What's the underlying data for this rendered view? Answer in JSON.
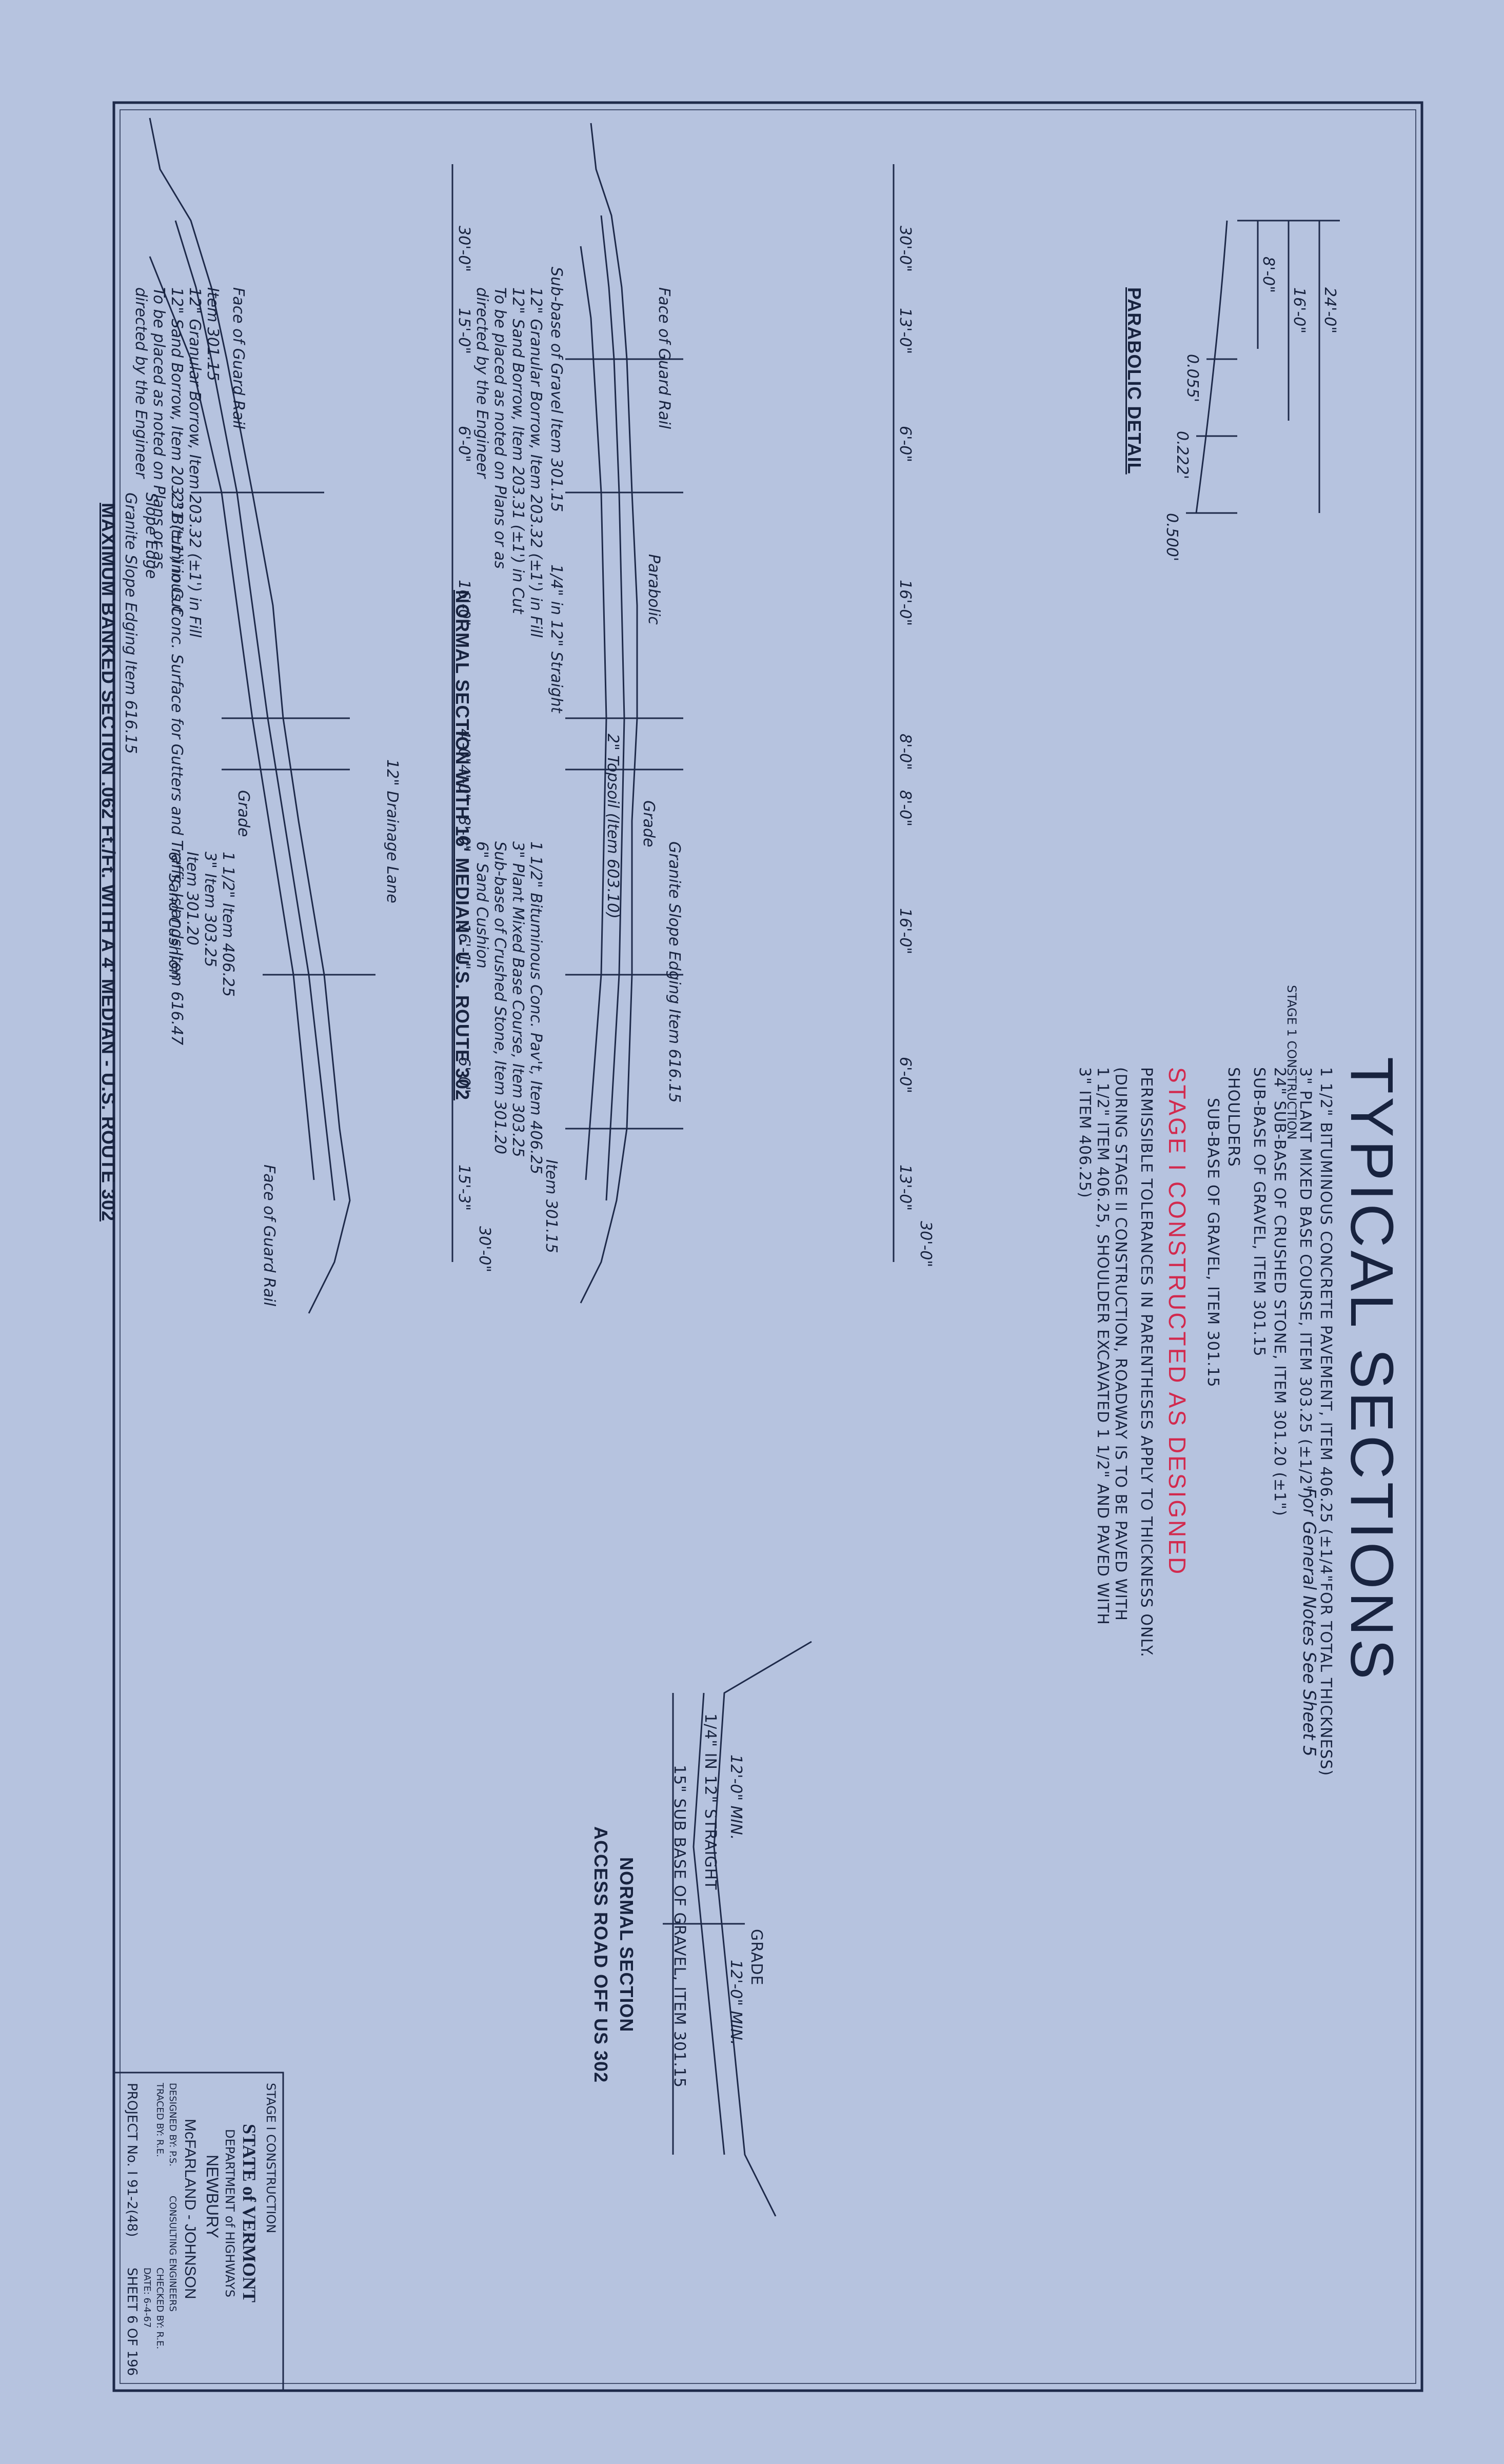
{
  "title": "TYPICAL SECTIONS",
  "general_notes": "For General Notes See Sheet 5",
  "legend": {
    "stage1_label": "STAGE 1\nCONSTRUCTION",
    "stage1_line1": "1 1/2\" BITUMINOUS CONCRETE PAVEMENT, ITEM 406.25 (±1/4\"FOR TOTAL THICKNESS)",
    "stage1_line2": "3\" PLANT MIXED BASE COURSE, ITEM 303.25 (±1/2\")",
    "stage1_line3": "24\" SUB-BASE OF CRUSHED STONE, ITEM 301.20 (±1\")",
    "stage1_line4": "SUB-BASE OF GRAVEL, ITEM 301.15",
    "shoulders_label": "SHOULDERS",
    "shoulders_line": "SUB-BASE OF GRAVEL, ITEM 301.15",
    "stage_constructed": "STAGE I CONSTRUCTED AS DESIGNED",
    "tolerances": "PERMISSIBLE TOLERANCES IN PARENTHESES APPLY TO THICKNESS ONLY.",
    "note1": "(DURING STAGE II CONSTRUCTION, ROADWAY IS TO BE PAVED WITH",
    "note2": "1 1/2\" ITEM 406.25, SHOULDER EXCAVATED 1 1/2\" AND PAVED WITH",
    "note3": "3\" ITEM 406.25)"
  },
  "parabolic_detail": {
    "label": "PARABOLIC DETAIL",
    "dims": [
      "24'-0\"",
      "16'-0\"",
      "8'-0\""
    ],
    "offsets": [
      "0.055'",
      "0.222'",
      "0.500'"
    ]
  },
  "normal_section": {
    "label": "NORMAL SECTION WITH 16' MEDIAN - U.S. ROUTE 302",
    "dims": [
      "30'-0\"",
      "13'-0\"",
      "6'-0\"",
      "16'-0\"",
      "8'-0\"",
      "8'-0\"",
      "16'-0\"",
      "6'-0\"",
      "13'-0\"",
      "30'-0\""
    ],
    "notes": [
      "Face of Guard Rail",
      "Sub-base of Gravel Item 301.15",
      "12\" Granular Borrow, Item 203.32 (±1') in Fill",
      "12\" Sand Borrow, Item 203.31 (±1') in Cut",
      "To be placed as noted on Plans or as",
      "directed by the Engineer",
      "Parabolic",
      "1/4\" in 12\" Straight",
      "2\" Topsoil (Item 603.10)",
      "Grade",
      "Granite Slope Edging Item 616.15",
      "1 1/2\" Bituminous Conc. Pav't, Item 406.25",
      "3\" Plant Mixed Base Course, Item 303.25",
      "Sub-base of Crushed Stone, Item 301.20",
      "6\" Sand Cushion",
      "Item 301.15"
    ]
  },
  "banked_section": {
    "label": "MAXIMUM BANKED SECTION .062 Ft./Ft. WITH A 4' MEDIAN - U.S. ROUTE 302",
    "dims": [
      "30'-0\"",
      "15'-0\"",
      "6'-0\"",
      "16'-0\"",
      "4'-0\"",
      "4'-0\"",
      "8'-0\"",
      "16'-1\"",
      "6'-0\"",
      "15'-3\"",
      "30'-0\""
    ],
    "notes": [
      "Face of Guard Rail",
      "Item 301.15",
      "12\" Granular Borrow, Item 203.32 (±1') in Fill",
      "12\" Sand Borrow, Item 203.31 (±1') in Cut",
      "To be placed as noted on Plans or as",
      "directed by the Engineer",
      "2\" Bituminous Conc. Surface for Gutters and Traffic Islands Item 616.47",
      "Slope Edge",
      "Granite Slope Edging Item 616.15",
      "12\" Drainage Lane",
      "Grade",
      "1 1/2\" Item 406.25",
      "3\" Item 303.25",
      "Item 301.20",
      "6\" Sand Cushion",
      "Face of Guard Rail"
    ]
  },
  "access_road": {
    "label1": "NORMAL SECTION",
    "label2": "ACCESS ROAD OFF US 302",
    "dims": [
      "12'-0\" MIN.",
      "12'-0\" MIN."
    ],
    "notes": [
      "1/4\" IN 12\" STRAIGHT",
      "15\" SUB BASE OF GRAVEL, ITEM 301.15",
      "GRADE"
    ]
  },
  "title_block": {
    "stage": "STAGE I CONSTRUCTION",
    "state": "STATE of VERMONT",
    "dept": "DEPARTMENT of HIGHWAYS",
    "town": "NEWBURY",
    "firm": "McFARLAND - JOHNSON",
    "firm_sub": "CONSULTING ENGINEERS",
    "designed": "DESIGNED BY: P.S.",
    "traced": "TRACED BY: R.E.",
    "checked": "CHECKED BY: R.E.",
    "date": "DATE: 6-4-67",
    "project": "PROJECT No. I 91-2(48)",
    "sheet": "SHEET 6 OF 196"
  }
}
